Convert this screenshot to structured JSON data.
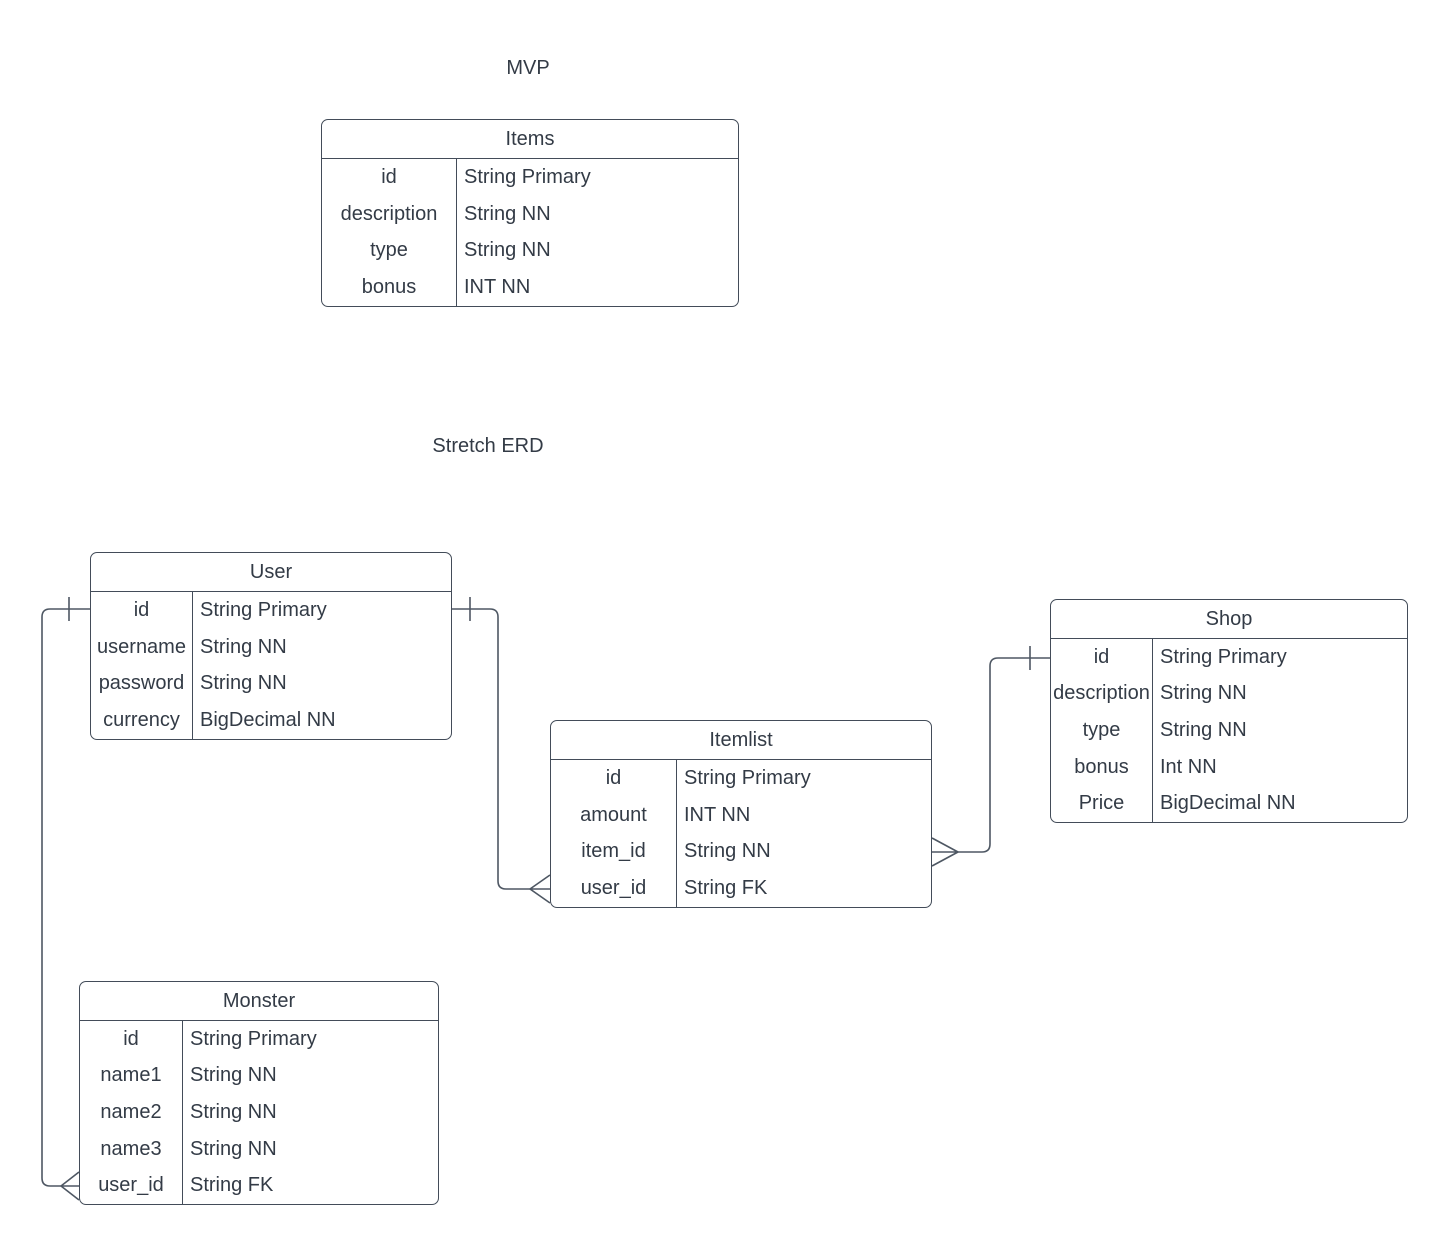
{
  "diagram": {
    "background_color": "#ffffff",
    "border_color": "#434c59",
    "text_color": "#333b46",
    "connector_color": "#4e5763"
  },
  "labels": {
    "mvp": "MVP",
    "stretch": "Stretch ERD"
  },
  "tables": {
    "items": {
      "title": "Items",
      "rows": [
        {
          "name": "id",
          "type": "String Primary"
        },
        {
          "name": "description",
          "type": "String NN"
        },
        {
          "name": "type",
          "type": "String NN"
        },
        {
          "name": "bonus",
          "type": "INT NN"
        }
      ]
    },
    "user": {
      "title": "User",
      "rows": [
        {
          "name": "id",
          "type": "String Primary"
        },
        {
          "name": "username",
          "type": "String NN"
        },
        {
          "name": "password",
          "type": "String NN"
        },
        {
          "name": "currency",
          "type": "BigDecimal NN"
        }
      ]
    },
    "itemlist": {
      "title": "Itemlist",
      "rows": [
        {
          "name": "id",
          "type": "String Primary"
        },
        {
          "name": "amount",
          "type": "INT NN"
        },
        {
          "name": "item_id",
          "type": "String NN"
        },
        {
          "name": "user_id",
          "type": "String FK"
        }
      ]
    },
    "shop": {
      "title": "Shop",
      "rows": [
        {
          "name": "id",
          "type": "String Primary"
        },
        {
          "name": "description",
          "type": "String NN"
        },
        {
          "name": "type",
          "type": "String NN"
        },
        {
          "name": "bonus",
          "type": "Int NN"
        },
        {
          "name": "Price",
          "type": "BigDecimal NN"
        }
      ]
    },
    "monster": {
      "title": "Monster",
      "rows": [
        {
          "name": "id",
          "type": "String Primary"
        },
        {
          "name": "name1",
          "type": "String NN"
        },
        {
          "name": "name2",
          "type": "String NN"
        },
        {
          "name": "name3",
          "type": "String NN"
        },
        {
          "name": "user_id",
          "type": "String FK"
        }
      ]
    }
  },
  "relationships": [
    {
      "from": "User.id",
      "to": "Monster.user_id",
      "from_cardinality": "one",
      "to_cardinality": "many"
    },
    {
      "from": "User.id",
      "to": "Itemlist.user_id",
      "from_cardinality": "one",
      "to_cardinality": "many"
    },
    {
      "from": "Shop.id",
      "to": "Itemlist.item_id",
      "from_cardinality": "one",
      "to_cardinality": "many"
    }
  ]
}
